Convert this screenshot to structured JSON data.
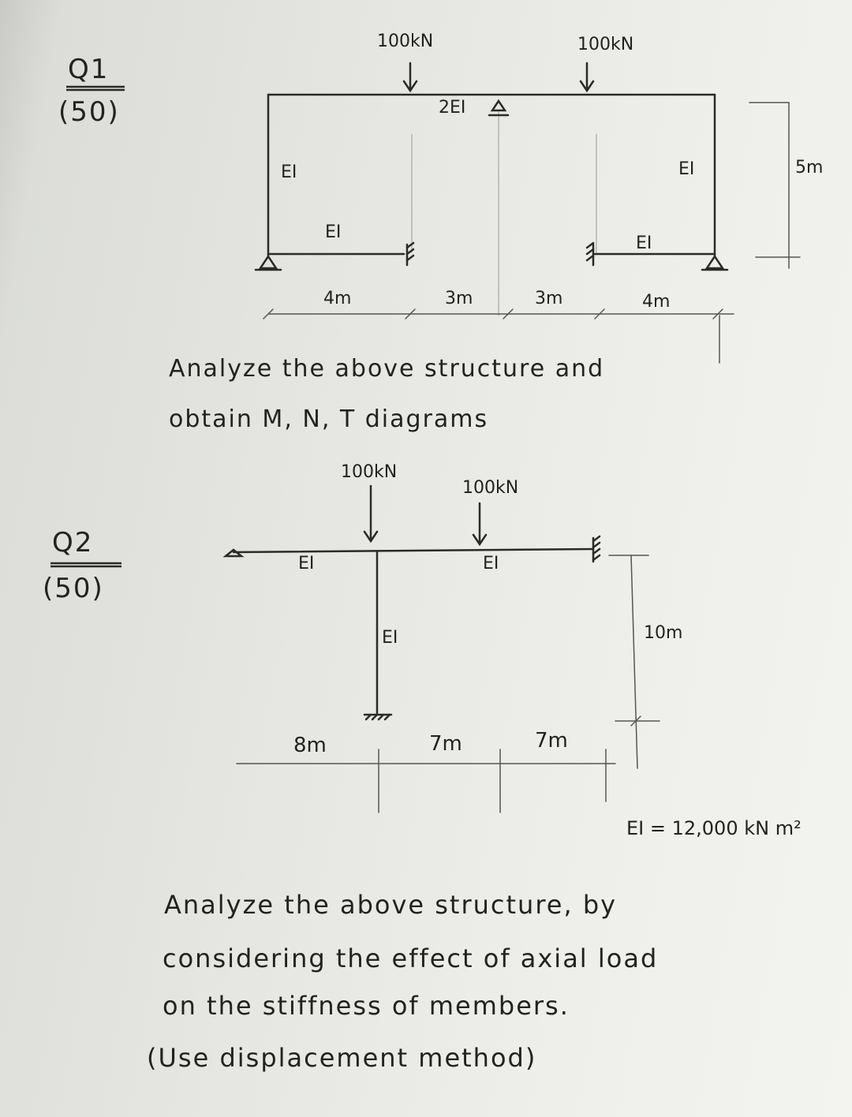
{
  "q1": {
    "number": "Q1",
    "marks": "(50)",
    "loads": [
      "100kN",
      "100kN"
    ],
    "labels": {
      "beam_top": "2EI",
      "col_left_upper": "EI",
      "col_left_lower": "EI",
      "col_right_upper": "EI",
      "col_right_lower": "EI"
    },
    "dims": {
      "left": "4m",
      "mid1": "3m",
      "mid2": "3m",
      "right": "4m",
      "height": "5m"
    },
    "instruction": [
      "Analyze the above structure and",
      "obtain M, N, T diagrams"
    ]
  },
  "q2": {
    "number": "Q2",
    "marks": "(50)",
    "loads": [
      "100kN",
      "100kN"
    ],
    "labels": {
      "beam_left": "EI",
      "beam_right": "EI",
      "column": "EI"
    },
    "dims": {
      "left": "8m",
      "mid": "7m",
      "right": "7m",
      "height": "10m"
    },
    "ei_value": "EI = 12,000 kN m²",
    "instruction": [
      "Analyze the above structure, by",
      "considering the effect of axial load",
      "on the stiffness of members.",
      "(Use displacement method)"
    ]
  }
}
